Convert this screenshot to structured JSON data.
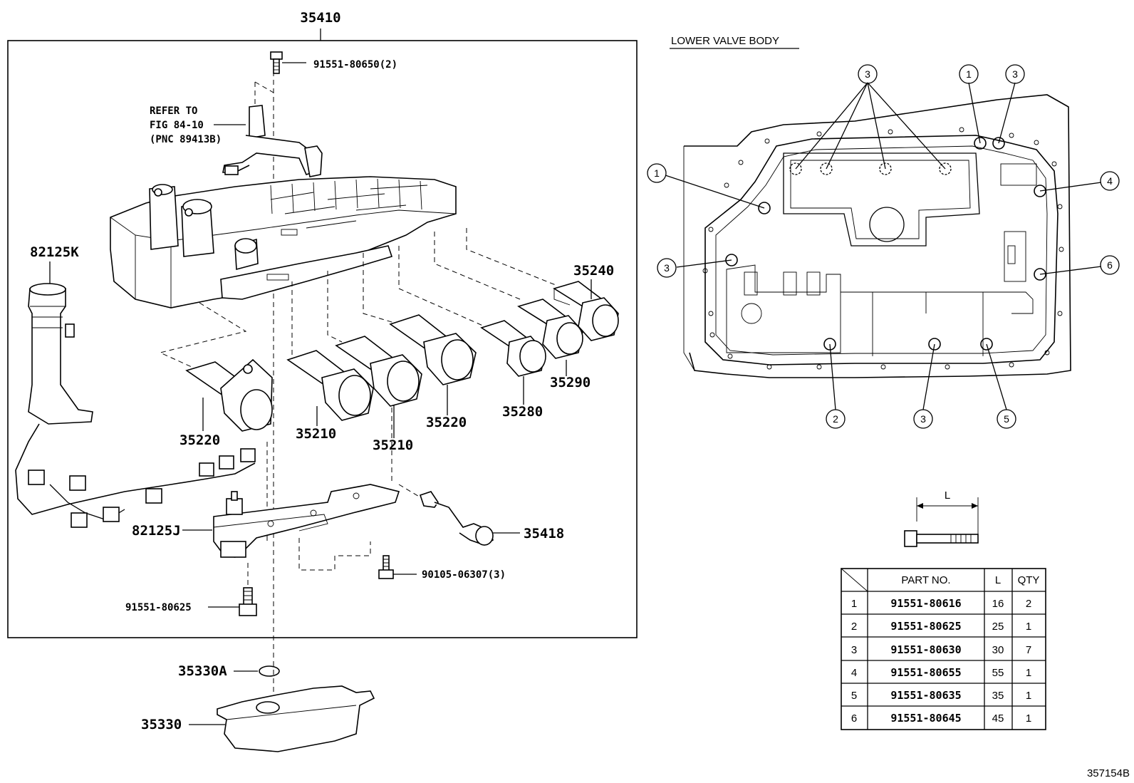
{
  "main_assembly_no": "35410",
  "callouts": {
    "bolt_top": "91551-80650(2)",
    "refer_line1": "REFER TO",
    "refer_line2": "FIG 84-10",
    "refer_line3": "(PNC 89413B)",
    "harness_sensor": "82125K",
    "solenoid_35240": "35240",
    "solenoid_35290": "35290",
    "solenoid_35280": "35280",
    "solenoid_35220_right": "35220",
    "solenoid_35220_left": "35220",
    "solenoid_35210_a": "35210",
    "solenoid_35210_b": "35210",
    "harness_bracket": "82125J",
    "detent": "35418",
    "bolt_bracket": "90105-06307(3)",
    "bolt_lower": "91551-80625",
    "oring": "35330A",
    "strainer": "35330"
  },
  "lower_valve_body": {
    "title": "LOWER VALVE BODY",
    "markers": [
      "3",
      "1",
      "3",
      "1",
      "4",
      "3",
      "6",
      "2",
      "3",
      "5"
    ]
  },
  "bolt_diagram": {
    "dim_label": "L"
  },
  "bolt_table": {
    "headers": [
      "PART NO.",
      "L",
      "QTY"
    ],
    "rows": [
      {
        "idx": "1",
        "part": "91551-80616",
        "l": "16",
        "qty": "2"
      },
      {
        "idx": "2",
        "part": "91551-80625",
        "l": "25",
        "qty": "1"
      },
      {
        "idx": "3",
        "part": "91551-80630",
        "l": "30",
        "qty": "7"
      },
      {
        "idx": "4",
        "part": "91551-80655",
        "l": "55",
        "qty": "1"
      },
      {
        "idx": "5",
        "part": "91551-80635",
        "l": "35",
        "qty": "1"
      },
      {
        "idx": "6",
        "part": "91551-80645",
        "l": "45",
        "qty": "1"
      }
    ]
  },
  "diagram_id": "357154B"
}
